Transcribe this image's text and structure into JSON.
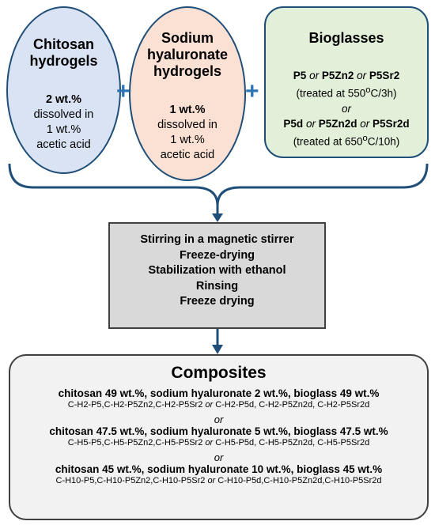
{
  "chitosan": {
    "title": [
      "Chitosan",
      "hydrogels"
    ],
    "concentration": "2 wt.%",
    "text": [
      "dissolved in",
      "1 wt.%",
      "acetic acid"
    ]
  },
  "hyaluronate": {
    "title": [
      "Sodium",
      "hyaluronate",
      "hydrogels"
    ],
    "concentration": "1 wt.%",
    "text": [
      "dissolved in",
      "1 wt.%",
      "acetic acid"
    ]
  },
  "plus_sign": "+",
  "bioglasses": {
    "title": "Bioglasses",
    "group1": [
      "P5",
      "or",
      "P5Zn2",
      "or",
      "P5Sr2"
    ],
    "group1_treatment_pre": "(treated at 550",
    "group1_treatment_sup": "o",
    "group1_treatment_post": "C/3h)",
    "or": "or",
    "group2": [
      "P5d",
      "or",
      "P5Zn2d",
      "or",
      "P5Sr2d"
    ],
    "group2_treatment_pre": "(treated at 650",
    "group2_treatment_sup": "o",
    "group2_treatment_post": "C/10h)"
  },
  "process": {
    "steps": [
      "Stirring in a magnetic stirrer",
      "Freeze-drying",
      "Stabilization with ethanol",
      "Rinsing",
      "Freeze drying"
    ]
  },
  "composites": {
    "title": "Composites",
    "or": "or",
    "groups": [
      {
        "line": "chitosan 49 wt.%, sodium hyaluronate 2 wt.%, bioglass 49 wt.%",
        "codes_a": "C-H2-P5,C-H2-P5Zn2,C-H2-P5Sr2",
        "codes_b": "C-H2-P5d, C-H2-P5Zn2d, C-H2-P5Sr2d"
      },
      {
        "line": "chitosan  47.5 wt.%, sodium  hyaluronate  5 wt.%, bioglass  47.5 wt.%",
        "codes_a": "C-H5-P5,C-H5-P5Zn2,C-H5-P5Sr2",
        "codes_b": "C-H5-P5d, C-H5-P5Zn2d, C-H5-P5Sr2d"
      },
      {
        "line": "chitosan 45 wt.%, sodium hyaluronate 10 wt.%, bioglass 45 wt.%",
        "codes_a": "C-H10-P5,C-H10-P5Zn2,C-H10-P5Sr2",
        "codes_b": "C-H10-P5d,C-H10-P5Zn2d,C-H10-P5Sr2d"
      }
    ]
  },
  "colors": {
    "outline": "#1f4e79",
    "plus": "#2e75b6",
    "chitosan_fill": "#dae3f3",
    "hyaluronate_fill": "#fbe1d4",
    "bioglasses_fill": "#e2f0d9",
    "process_fill": "#d9d9d9",
    "composites_fill": "#f2f2f2"
  }
}
